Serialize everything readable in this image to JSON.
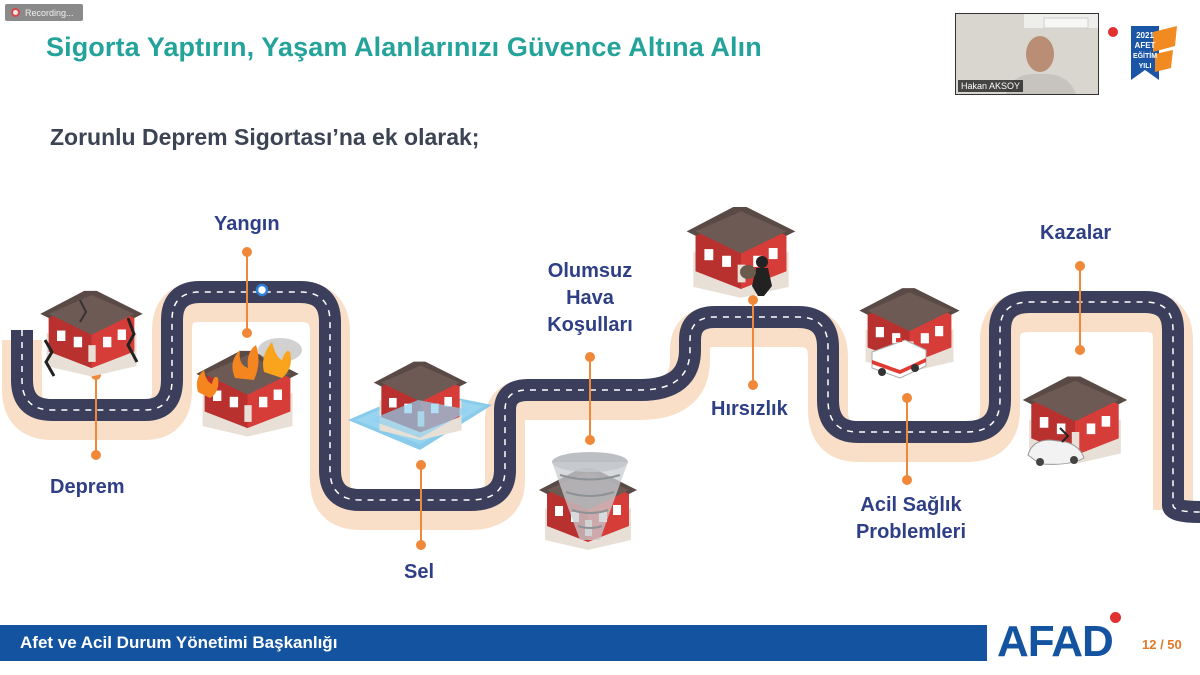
{
  "recording": {
    "label": "Recording..."
  },
  "slide": {
    "title": "Sigorta Yaptırın, Yaşam Alanlarınızı Güvence Altına Alın",
    "subtitle": "Zorunlu Deprem Sigortası’na ek olarak;",
    "labels": {
      "deprem": "Deprem",
      "yangin": "Yangın",
      "sel": "Sel",
      "olumsuz_line1": "Olumsuz",
      "olumsuz_line2": "Hava",
      "olumsuz_line3": "Koşulları",
      "hirsizlik": "Hırsızlık",
      "acil_line1": "Acil Sağlık",
      "acil_line2": "Problemleri",
      "kazalar": "Kazalar"
    }
  },
  "participant": {
    "name": "Hakan AKSOY"
  },
  "logo_2021": {
    "line1": "2021",
    "line2": "AFET",
    "line3": "EĞİTİM",
    "line4": "YILI"
  },
  "footer": {
    "org": "Afet ve Acil Durum Yönetimi Başkanlığı",
    "brand": "AFAD",
    "page": "12 / 50"
  },
  "colors": {
    "title": "#23a39a",
    "labels": "#2e3f86",
    "road": "#3b3f5c",
    "pins": "#f0883a",
    "footer": "#1453a0"
  }
}
